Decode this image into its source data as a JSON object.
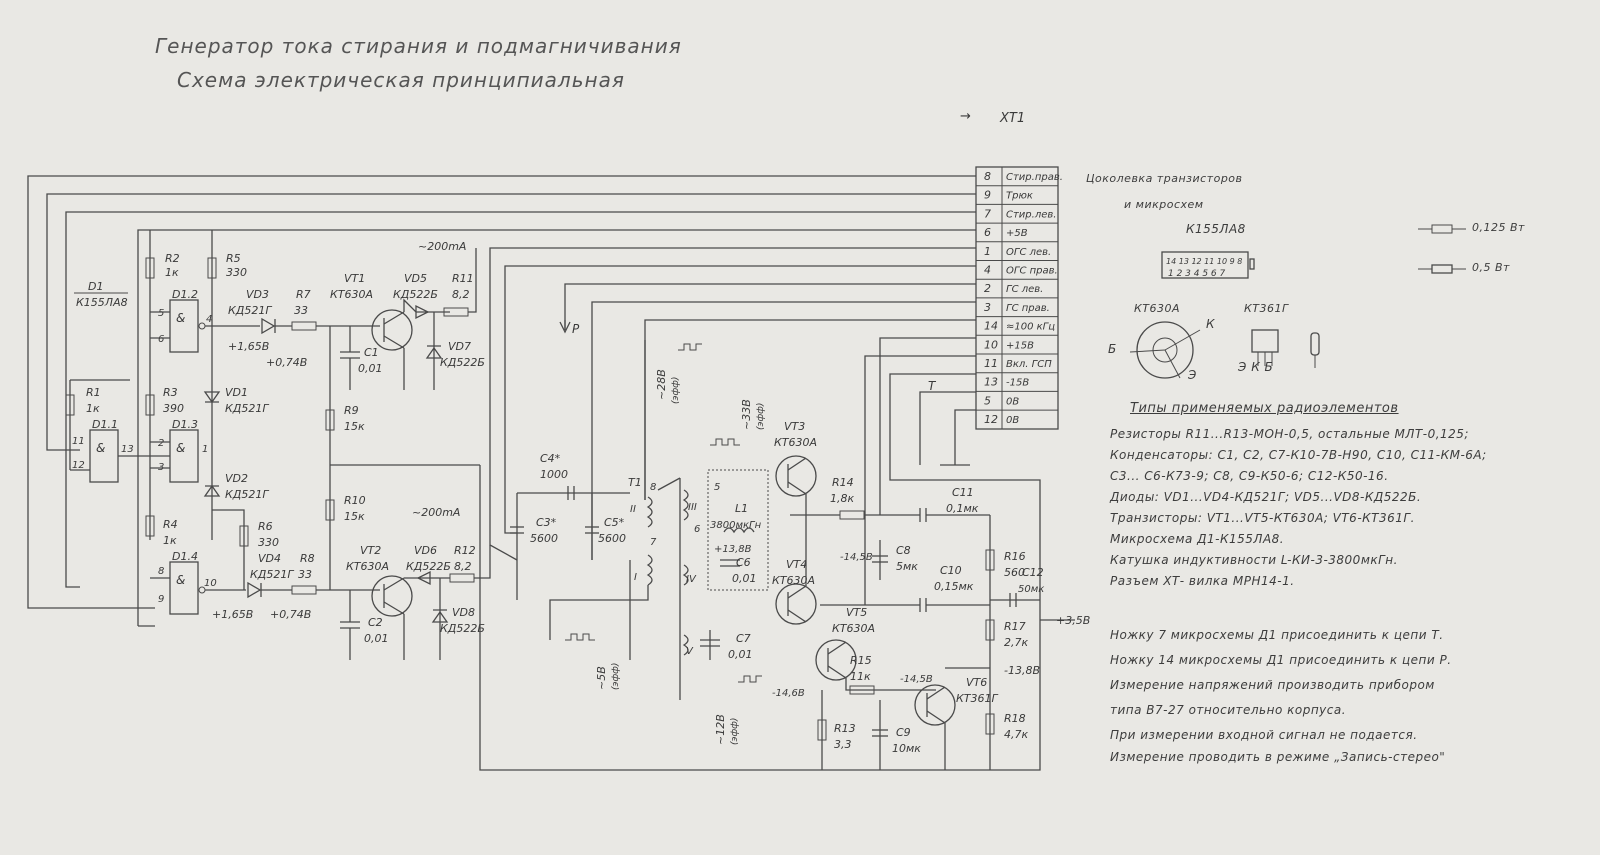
{
  "title_line1": "Генератор тока стирания и подмагничивания",
  "title_line2": "Схема электрическая принципиальная",
  "connector": {
    "name": "XT1",
    "pins": [
      {
        "num": "8",
        "label": "Стир.прав."
      },
      {
        "num": "9",
        "label": "Трюк"
      },
      {
        "num": "7",
        "label": "Стир.лев."
      },
      {
        "num": "6",
        "label": "+5В"
      },
      {
        "num": "1",
        "label": "ОГС лев."
      },
      {
        "num": "4",
        "label": "ОГС прав."
      },
      {
        "num": "2",
        "label": "ГС лев."
      },
      {
        "num": "3",
        "label": "ГС прав."
      },
      {
        "num": "14",
        "label": "≈100 кГц"
      },
      {
        "num": "10",
        "label": "+15В"
      },
      {
        "num": "11",
        "label": "Вкл. ГСП"
      },
      {
        "num": "13",
        "label": "-15В"
      },
      {
        "num": "5",
        "label": "0В"
      },
      {
        "num": "12",
        "label": "0В"
      }
    ]
  },
  "components": {
    "D1": {
      "ref": "D1",
      "value": "К155ЛА8"
    },
    "D1_1": "D1.1",
    "D1_2": "D1.2",
    "D1_3": "D1.3",
    "D1_4": "D1.4",
    "R1": {
      "ref": "R1",
      "value": "1к"
    },
    "R2": {
      "ref": "R2",
      "value": "1к"
    },
    "R3": {
      "ref": "R3",
      "value": "390"
    },
    "R4": {
      "ref": "R4",
      "value": "1к"
    },
    "R5": {
      "ref": "R5",
      "value": "330"
    },
    "R6": {
      "ref": "R6",
      "value": "330"
    },
    "R7": {
      "ref": "R7",
      "value": "33"
    },
    "R8": {
      "ref": "R8",
      "value": "33"
    },
    "R9": {
      "ref": "R9",
      "value": "15к"
    },
    "R10": {
      "ref": "R10",
      "value": "15к"
    },
    "R11": {
      "ref": "R11",
      "value": "8,2"
    },
    "R12": {
      "ref": "R12",
      "value": "8,2"
    },
    "R13": {
      "ref": "R13",
      "value": "3,3"
    },
    "R14": {
      "ref": "R14",
      "value": "1,8к"
    },
    "R15": {
      "ref": "R15",
      "value": "11к"
    },
    "R16": {
      "ref": "R16",
      "value": "560"
    },
    "R17": {
      "ref": "R17",
      "value": "2,7к"
    },
    "R18": {
      "ref": "R18",
      "value": "4,7к"
    },
    "VD1": {
      "ref": "VD1",
      "value": "КД521Г"
    },
    "VD2": {
      "ref": "VD2",
      "value": "КД521Г"
    },
    "VD3": {
      "ref": "VD3",
      "value": "КД521Г"
    },
    "VD4": {
      "ref": "VD4",
      "value": "КД521Г"
    },
    "VD5": {
      "ref": "VD5",
      "value": "КД522Б"
    },
    "VD6": {
      "ref": "VD6",
      "value": "КД522Б"
    },
    "VD7": {
      "ref": "VD7",
      "value": "КД522Б"
    },
    "VD8": {
      "ref": "VD8",
      "value": "КД522Б"
    },
    "VT1": {
      "ref": "VT1",
      "value": "КТ630А"
    },
    "VT2": {
      "ref": "VT2",
      "value": "КТ630А"
    },
    "VT3": {
      "ref": "VT3",
      "value": "КТ630А"
    },
    "VT4": {
      "ref": "VT4",
      "value": "КТ630А"
    },
    "VT5": {
      "ref": "VT5",
      "value": "КТ630А"
    },
    "VT6": {
      "ref": "VT6",
      "value": "КТ361Г"
    },
    "C1": {
      "ref": "C1",
      "value": "0,01"
    },
    "C2": {
      "ref": "C2",
      "value": "0,01"
    },
    "C3": {
      "ref": "C3*",
      "value": "5600"
    },
    "C4": {
      "ref": "C4*",
      "value": "1000"
    },
    "C5": {
      "ref": "C5*",
      "value": "5600"
    },
    "C6": {
      "ref": "C6",
      "value": "0,01"
    },
    "C7": {
      "ref": "C7",
      "value": "0,01"
    },
    "C8": {
      "ref": "C8",
      "value": "5мк"
    },
    "C9": {
      "ref": "C9",
      "value": "10мк"
    },
    "C10": {
      "ref": "C10",
      "value": "0,15мк"
    },
    "C11": {
      "ref": "C11",
      "value": "0,1мк"
    },
    "C12": {
      "ref": "C12",
      "value": "50мк"
    },
    "L1": {
      "ref": "L1",
      "value": "3800мкГн"
    },
    "T1": "T1"
  },
  "annotations": {
    "i200_1": "~200mA",
    "i200_2": "~200mA",
    "v165_1": "+1,65В",
    "v165_2": "+1,65В",
    "v074_1": "+0,74В",
    "v074_2": "+0,74В",
    "p_label": "P",
    "t_label": "T",
    "w28": "~28В",
    "w33": "~33В",
    "w5": "~5В",
    "w12": "~12В",
    "eff": "(эфф)",
    "v138": "+13,8В",
    "vm145": "-14,5В",
    "vm145b": "-14,5В",
    "vm146": "-14,6В",
    "vm138": "-13,8В",
    "v35": "+3,5В",
    "coil_I": "I",
    "coil_II": "II",
    "coil_III": "III",
    "coil_IV": "IV",
    "coil_V": "V",
    "pin_d12": "5",
    "pin_d12b": "6",
    "pin_d12o": "4",
    "pin_d11a": "11",
    "pin_d11b": "12",
    "pin_d11o": "13",
    "pin_d13a": "2",
    "pin_d13b": "3",
    "pin_d13o": "1",
    "pin_d14a": "8",
    "pin_d14b": "9",
    "pin_d14o": "10",
    "t1_8": "8",
    "t1_5": "5",
    "t1_6": "6",
    "t1_7": "7"
  },
  "pinout": {
    "heading1": "Цоколевка транзисторов",
    "heading2": "и микросхем",
    "ic": "К155ЛА8",
    "ic_top": "14 13 12 11 10 9 8",
    "ic_bottom": "1 2 3 4 5 6 7",
    "t1": "КТ630А",
    "t2": "КТ361Г",
    "pin_k": "К",
    "pin_b": "Б",
    "pin_e": "Э",
    "t2_pins": "Э К Б",
    "res1": "0,125 Вт",
    "res2": "0,5 Вт"
  },
  "notes": {
    "heading": "Типы применяемых радиоэлементов",
    "lines": [
      "Резисторы R11...R13-МОН-0,5, остальные МЛТ-0,125;",
      "Конденсаторы: C1, C2, C7-К10-7В-Н90, C10, C11-КМ-6А;",
      "C3... C6-К73-9; C8, C9-К50-6; C12-К50-16.",
      "Диоды: VD1...VD4-КД521Г; VD5...VD8-КД522Б.",
      "Транзисторы: VT1...VT5-КТ630А; VT6-КТ361Г.",
      "Микросхема Д1-К155ЛА8.",
      "Катушка индуктивности L-КИ-3-3800мкГн.",
      "Разъем ХТ- вилка МРН14-1."
    ],
    "instructions": [
      "Ножку 7 микросхемы Д1 присоединить к цепи Т.",
      "Ножку 14 микросхемы Д1 присоединить к цепи Р.",
      "Измерение напряжений производить прибором",
      "типа В7-27 относительно корпуса.",
      "При измерении входной сигнал не подается.",
      "Измерение проводить в режиме „Запись-стерео\""
    ]
  }
}
